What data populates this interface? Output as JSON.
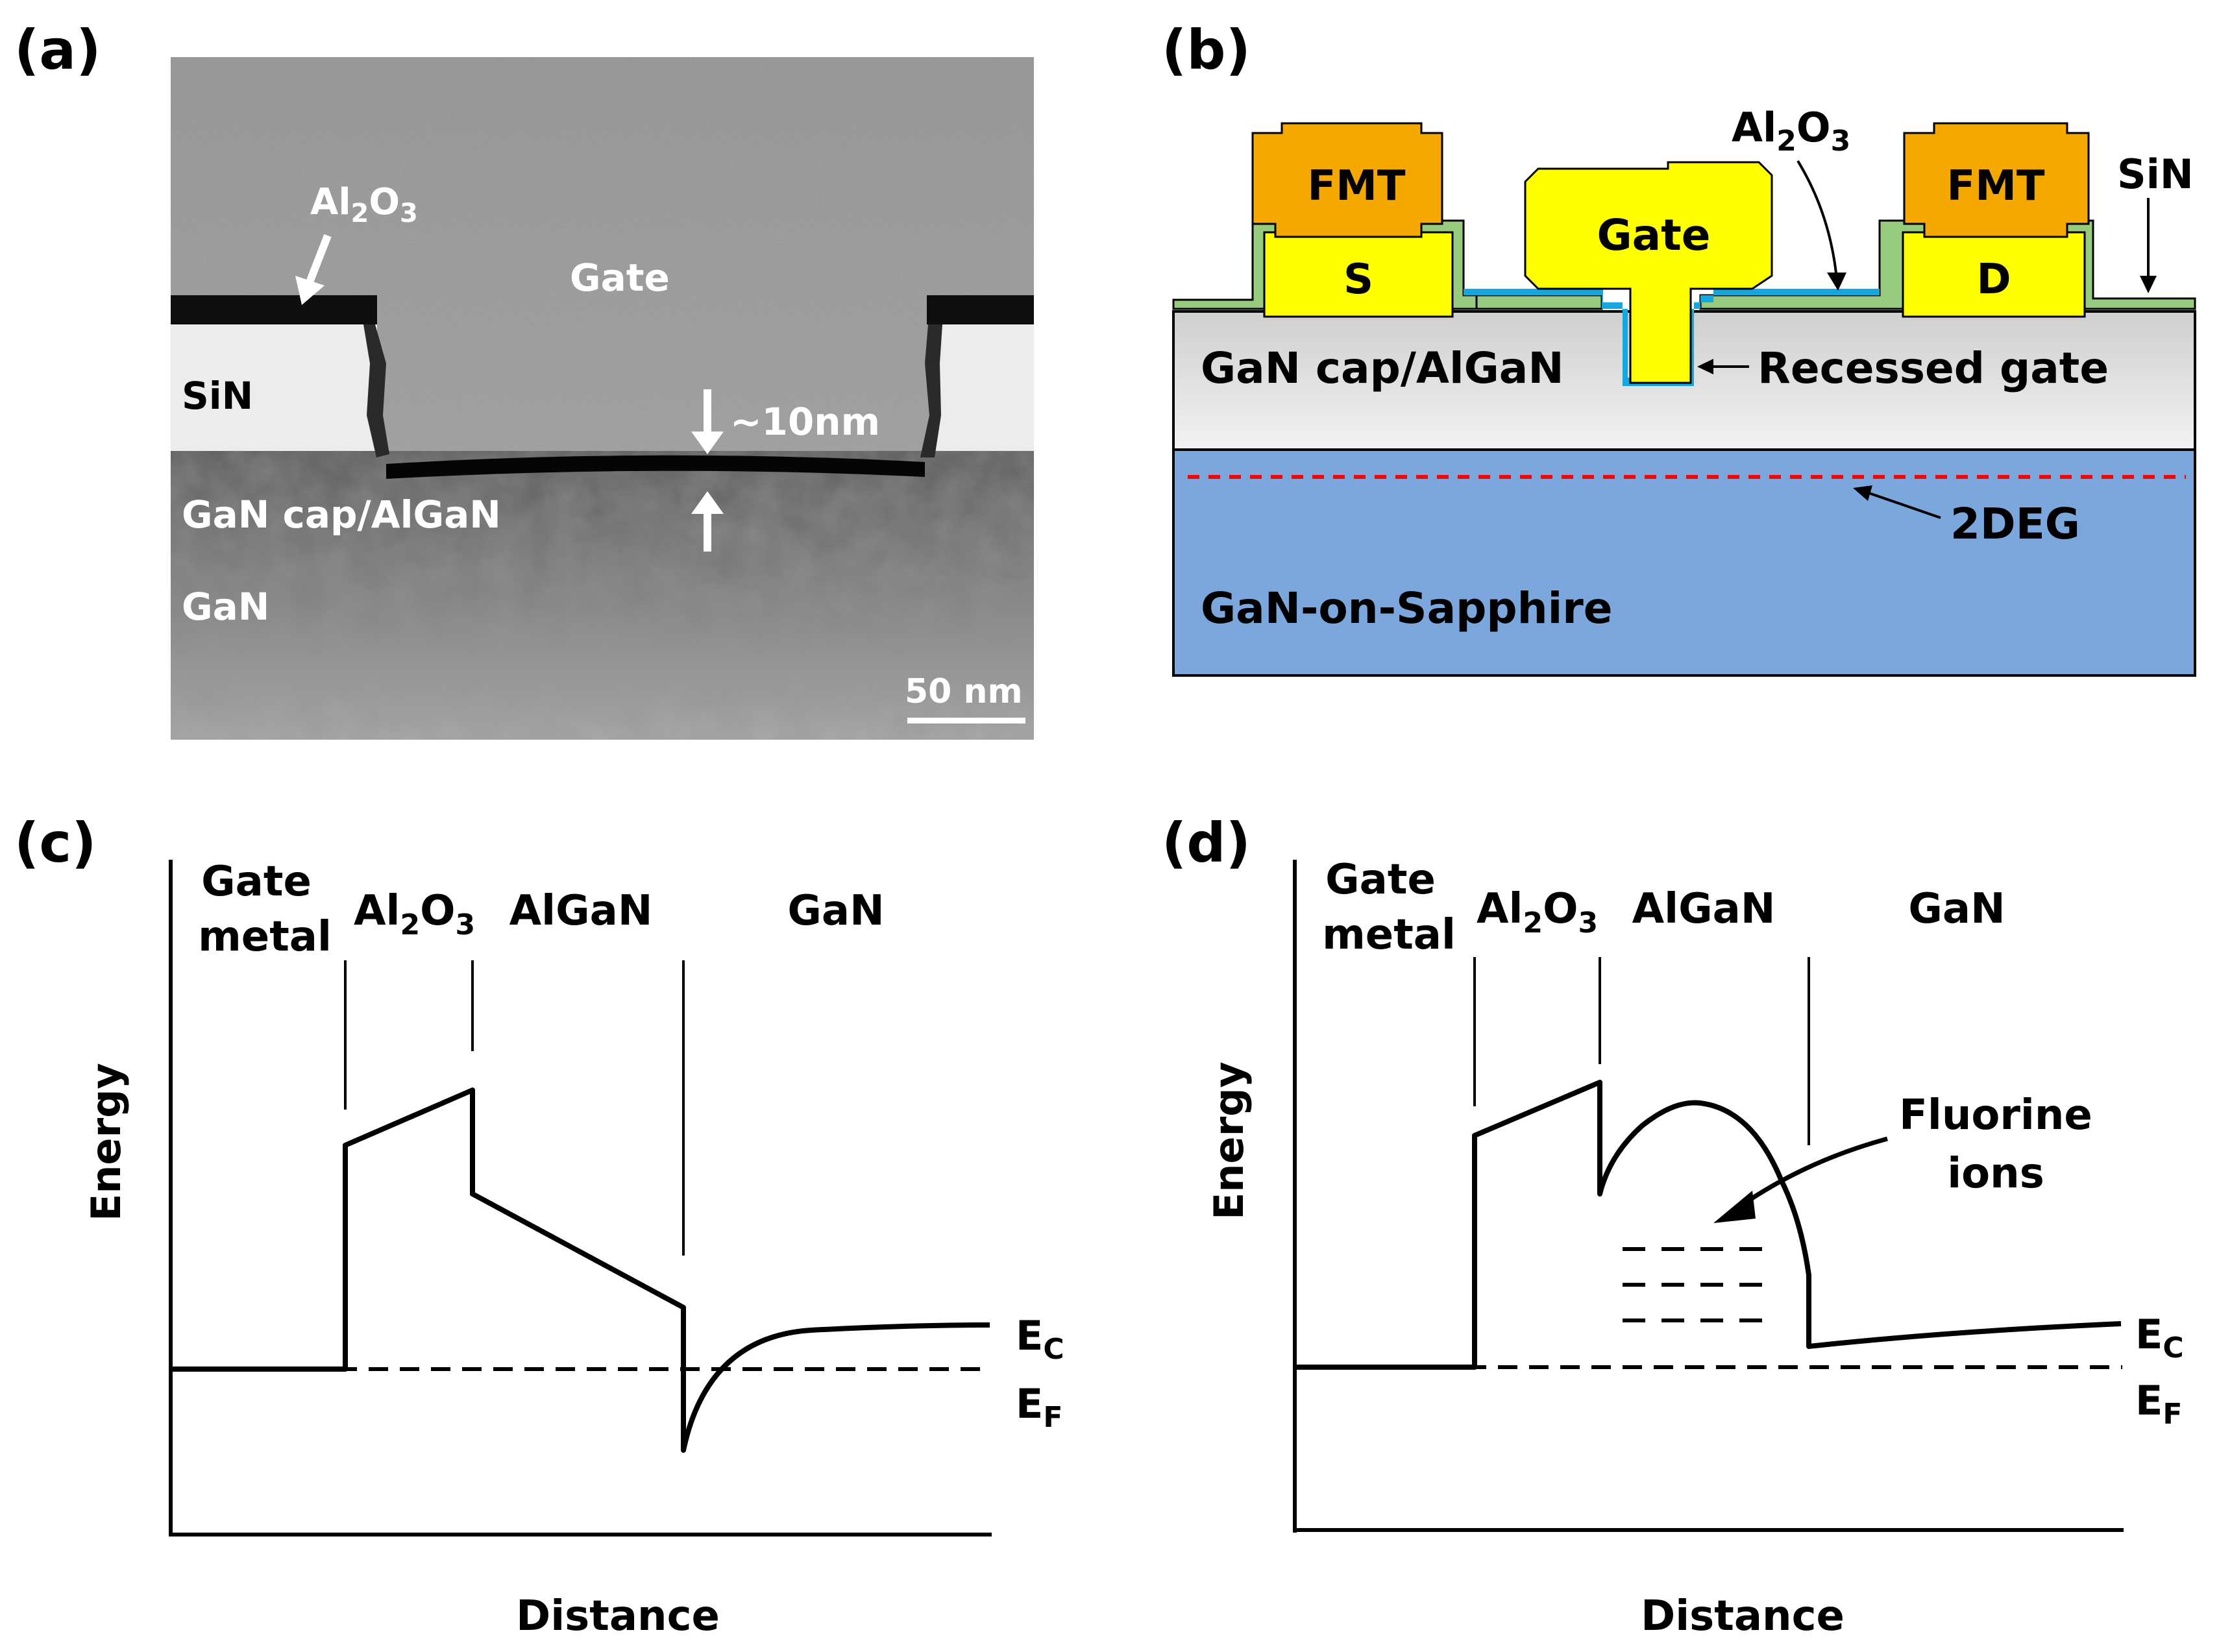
{
  "panels": {
    "a": "(a)",
    "b": "(b)",
    "c": "(c)",
    "d": "(d)"
  },
  "tem": {
    "al2o3_main": "Al",
    "al2o3_sub1": "2",
    "al2o3_mid": "O",
    "al2o3_sub2": "3",
    "gate": "Gate",
    "sin": "SiN",
    "thickness": "~10nm",
    "gan_cap": "GaN cap/AlGaN",
    "gan": "GaN",
    "scale": "50 nm"
  },
  "device": {
    "fmt_left": "FMT",
    "fmt_right": "FMT",
    "gate": "Gate",
    "source": "S",
    "drain": "D",
    "al2o3_main": "Al",
    "al2o3_sub1": "2",
    "al2o3_mid": "O",
    "al2o3_sub2": "3",
    "sin": "SiN",
    "cap": "GaN cap/AlGaN",
    "recessed": "Recessed gate",
    "twodeg": "2DEG",
    "substrate": "GaN-on-Sapphire",
    "colors": {
      "fmt": "#f5a800",
      "contact": "#ffff00",
      "sin": "#97cc7e",
      "al2o3": "#15a8e0",
      "cap": "#d9d9d9",
      "substrate": "#7ba7dc",
      "twodeg": "#ff0000"
    }
  },
  "band_c": {
    "region_gate_l1": "Gate",
    "region_gate_l2": "metal",
    "region_al_main": "Al",
    "region_al_sub1": "2",
    "region_al_mid": "O",
    "region_al_sub2": "3",
    "region_algan": "AlGaN",
    "region_gan": "GaN",
    "ylabel": "Energy",
    "xlabel": "Distance",
    "ec_main": "E",
    "ec_sub": "C",
    "ef_main": "E",
    "ef_sub": "F"
  },
  "band_d": {
    "region_gate_l1": "Gate",
    "region_gate_l2": "metal",
    "region_al_main": "Al",
    "region_al_sub1": "2",
    "region_al_mid": "O",
    "region_al_sub2": "3",
    "region_algan": "AlGaN",
    "region_gan": "GaN",
    "ylabel": "Energy",
    "xlabel": "Distance",
    "fluorine_l1": "Fluorine",
    "fluorine_l2": "ions",
    "ec_main": "E",
    "ec_sub": "C",
    "ef_main": "E",
    "ef_sub": "F"
  }
}
